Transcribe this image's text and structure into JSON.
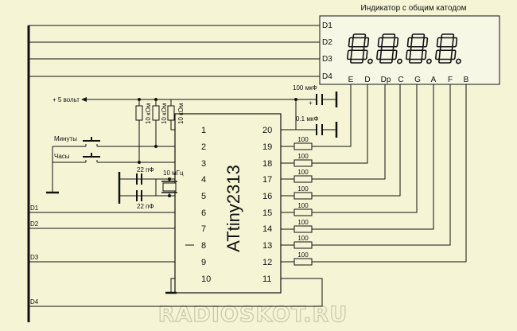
{
  "display": {
    "title": "Индикатор с общим катодом",
    "digit_lines": [
      "D1",
      "D2",
      "D3",
      "D4"
    ],
    "segment_pins": [
      "E",
      "D",
      "Dp",
      "C",
      "G",
      "A",
      "F",
      "B"
    ],
    "digits": [
      "8.",
      "8.",
      "8.",
      "8."
    ]
  },
  "power": {
    "supply_label": "+ 5 вольт",
    "cap_bulk": "100 мкФ",
    "cap_bulk_polarity": "+",
    "cap_decouple": "0.1 мкФ"
  },
  "pullups": {
    "r1": "10 кОм",
    "r2": "10 кОм",
    "r3": "10 кОм"
  },
  "buttons": {
    "minutes": "Минуты",
    "hours": "Часы"
  },
  "crystal": {
    "freq": "10 мГц",
    "cap_top": "22 пФ",
    "cap_bottom": "22 пФ"
  },
  "mcu": {
    "name": "ATtiny2313",
    "left_pins": [
      "1",
      "2",
      "3",
      "4",
      "5",
      "6",
      "7",
      "8",
      "9",
      "10"
    ],
    "right_pins": [
      "20",
      "19",
      "18",
      "17",
      "16",
      "15",
      "14",
      "13",
      "12",
      "11"
    ]
  },
  "left_digit_labels": [
    "D1",
    "D2",
    "D3",
    "D4"
  ],
  "segment_resistors": [
    "100",
    "100",
    "100",
    "100",
    "100",
    "100",
    "100",
    "100"
  ],
  "watermark": "RADIOSKOT.RU",
  "colors": {
    "background": "#f5f5d6",
    "ink": "#111111",
    "display_panel": "#f7f7e6"
  }
}
